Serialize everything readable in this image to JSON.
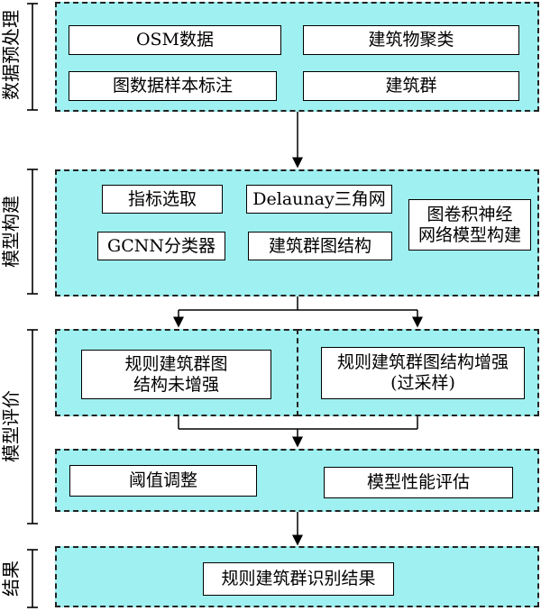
{
  "stages": {
    "preprocess": "数据预处理",
    "model_build": "模型构建",
    "model_eval": "模型评价",
    "result": "结果"
  },
  "preprocess": {
    "osm": "OSM数据",
    "clustering": "建筑物聚类",
    "labeling": "图数据样本标注",
    "groups": "建筑群"
  },
  "model_build": {
    "indicator": "指标选取",
    "delaunay": "Delaunay三角网",
    "classifier": "GCNN分类器",
    "graph_struct": "建筑群图结构",
    "gcn": "图卷积神经\n网络模型构建"
  },
  "model_eval": {
    "no_aug": "规则建筑群图\n结构未增强",
    "aug": "规则建筑群图结构增强\n(过采样)",
    "threshold": "阈值调整",
    "perf": "模型性能评估"
  },
  "result": {
    "final": "规则建筑群识别结果"
  }
}
